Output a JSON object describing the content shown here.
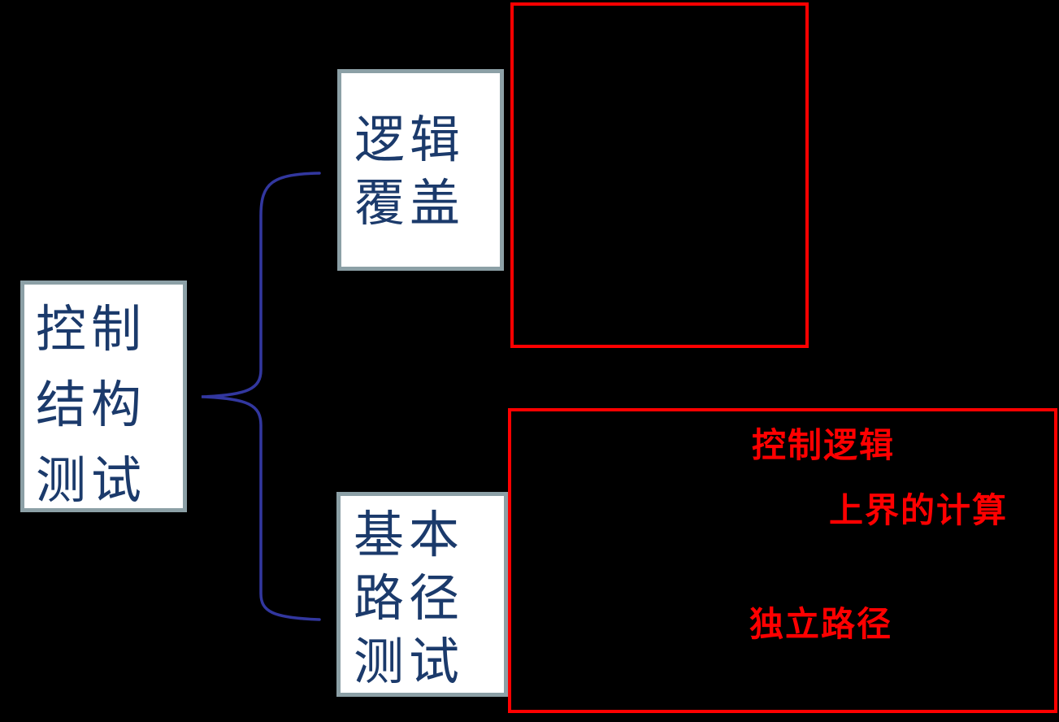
{
  "diagram": {
    "background_color": "#000000",
    "colors": {
      "node_fill": "#ffffff",
      "node_border": "#8ca0a6",
      "node_text": "#1b3a6b",
      "brace": "#32379f",
      "accent_red": "#ff0000"
    },
    "root_box": {
      "label": "控制结构测试",
      "lines": [
        "控制",
        "结构",
        "测试"
      ]
    },
    "branch_boxes": [
      {
        "id": "logic-coverage",
        "label": "逻辑覆盖",
        "lines": [
          "逻辑",
          "覆盖"
        ]
      },
      {
        "id": "basis-path-testing",
        "label": "基本路径测试",
        "lines": [
          "基本",
          "路径",
          "测试"
        ]
      }
    ],
    "red_panels": [
      {
        "id": "top",
        "content": ""
      },
      {
        "id": "bottom",
        "labels": [
          {
            "text": "控制逻辑"
          },
          {
            "text": "上界的计算"
          },
          {
            "text": "独立路径"
          }
        ]
      }
    ]
  }
}
